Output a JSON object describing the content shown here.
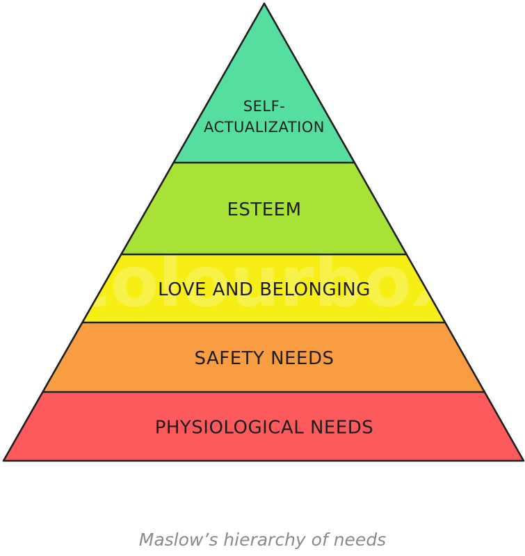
{
  "diagram": {
    "type": "pyramid",
    "tiers": [
      {
        "label_lines": [
          "SELF-",
          "ACTUALIZATION"
        ],
        "color": "#55dea0"
      },
      {
        "label_lines": [
          "ESTEEM"
        ],
        "color": "#a8e236"
      },
      {
        "label_lines": [
          "LOVE AND BELONGING"
        ],
        "color": "#f7ee16"
      },
      {
        "label_lines": [
          "SAFETY NEEDS"
        ],
        "color": "#f99d42"
      },
      {
        "label_lines": [
          "PHYSIOLOGICAL NEEDS"
        ],
        "color": "#fd5a5e"
      }
    ],
    "outline_color": "#1e1e1e",
    "watermark": "colourbox"
  },
  "caption": "Maslow’s hierarchy of needs"
}
